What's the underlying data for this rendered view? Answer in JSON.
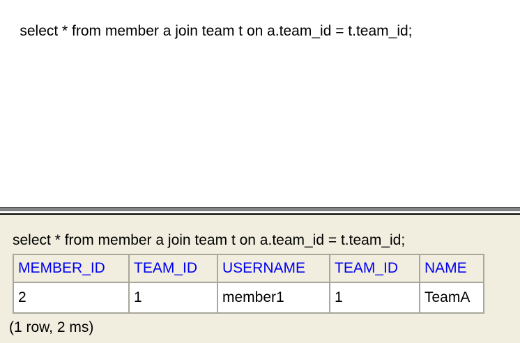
{
  "editor": {
    "query": "select * from member a join team t on a.team_id = t.team_id;"
  },
  "results": {
    "query_echo": "select * from member a join team t on a.team_id = t.team_id;",
    "table": {
      "columns": [
        "MEMBER_ID",
        "TEAM_ID",
        "USERNAME",
        "TEAM_ID",
        "NAME"
      ],
      "rows": [
        [
          "2",
          "1",
          "member1",
          "1",
          "TeamA"
        ]
      ]
    },
    "status": "(1 row, 2 ms)"
  },
  "colors": {
    "result_background": "#f1eee0",
    "table_border": "#a9a79b",
    "header_text": "#0000ee",
    "splitter_gray": "#848484",
    "frame_divider": "#000000"
  }
}
